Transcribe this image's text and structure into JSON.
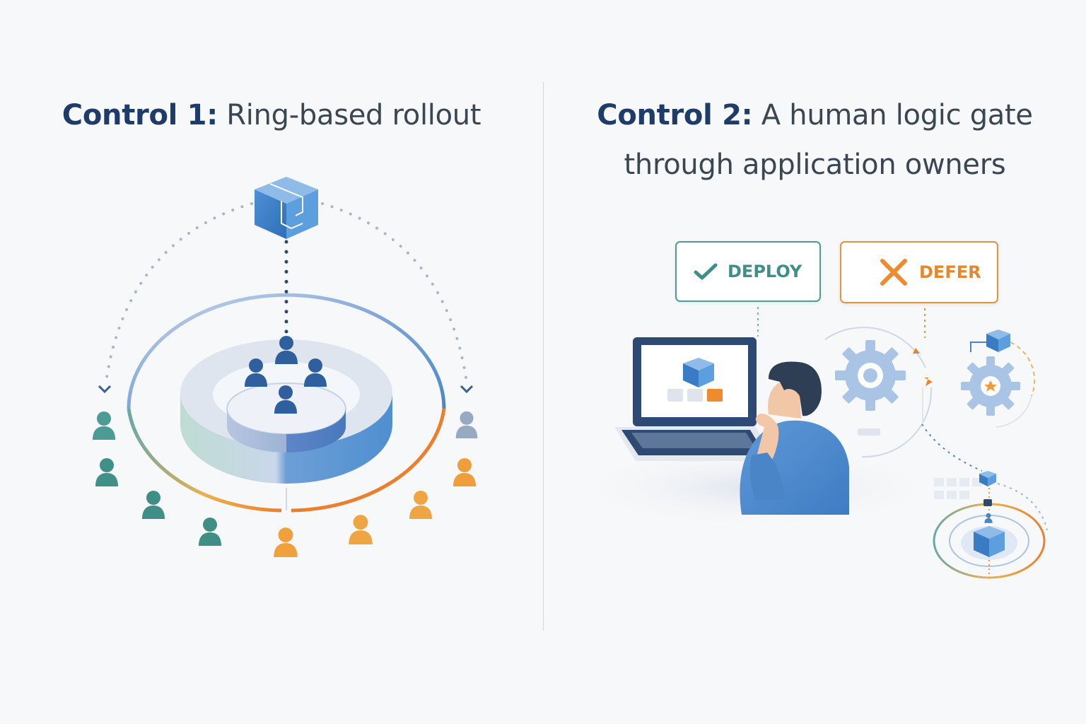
{
  "left": {
    "title_bold": "Control 1:",
    "title_rest": " Ring-based rollout"
  },
  "right": {
    "title_bold": "Control 2:",
    "title_rest": " A human logic gate",
    "title_line2": "through application owners",
    "deploy_label": "DEPLOY",
    "defer_label": "DEFER"
  },
  "icons": {
    "package": "package-icon",
    "person": "person-icon",
    "check": "check-icon",
    "cross": "cross-icon",
    "gear": "gear-icon",
    "laptop": "laptop-icon"
  },
  "colors": {
    "title_bold": "#1d3c6a",
    "title_regular": "#3b4653",
    "blue": "#4a86c7",
    "teal": "#3f9a93",
    "orange": "#ef9a3c",
    "deploy": "#3d8f88",
    "defer": "#e6872f"
  }
}
